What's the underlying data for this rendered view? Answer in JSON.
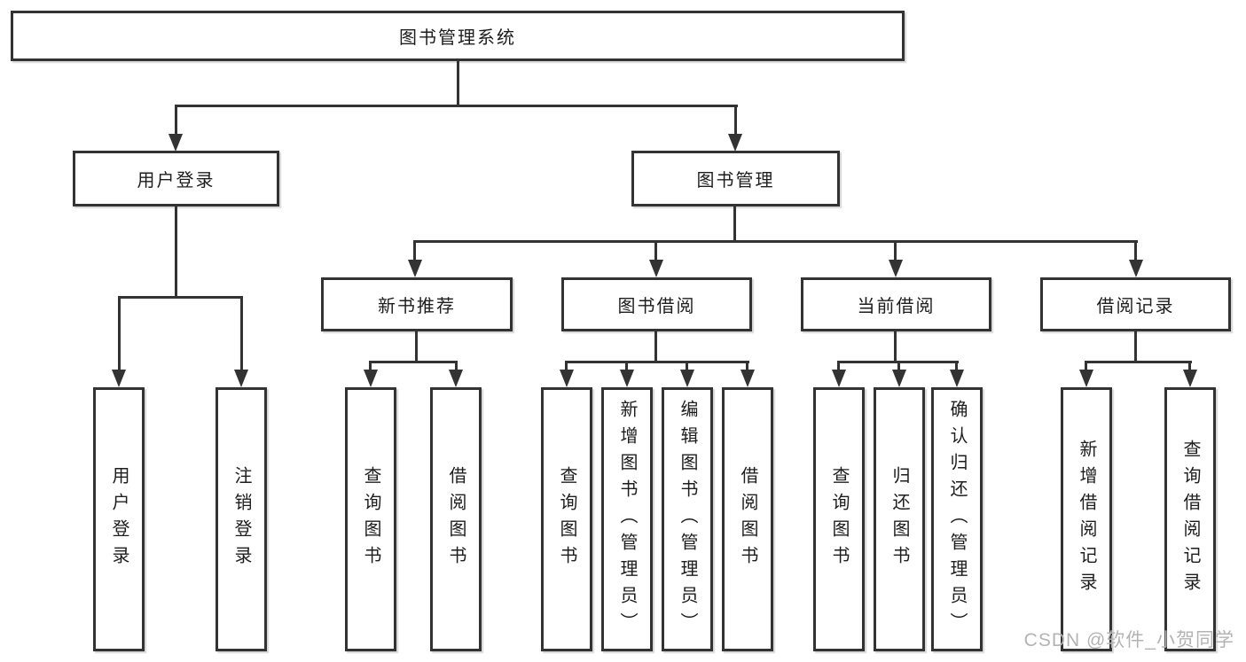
{
  "tree": {
    "root": "图书管理系统",
    "children": [
      {
        "label": "用户登录",
        "children": [
          {
            "label": "用户登录"
          },
          {
            "label": "注销登录"
          }
        ]
      },
      {
        "label": "图书管理",
        "children": [
          {
            "label": "新书推荐",
            "children": [
              {
                "label": "查询图书"
              },
              {
                "label": "借阅图书"
              }
            ]
          },
          {
            "label": "图书借阅",
            "children": [
              {
                "label": "查询图书"
              },
              {
                "label": "新增图书（管理员）"
              },
              {
                "label": "编辑图书（管理员）"
              },
              {
                "label": "借阅图书"
              }
            ]
          },
          {
            "label": "当前借阅",
            "children": [
              {
                "label": "查询图书"
              },
              {
                "label": "归还图书"
              },
              {
                "label": "确认归还（管理员）"
              }
            ]
          },
          {
            "label": "借阅记录",
            "children": [
              {
                "label": "新增借阅记录"
              },
              {
                "label": "查询借阅记录"
              }
            ]
          }
        ]
      }
    ]
  },
  "watermark": {
    "text": "CSDN @软件_小贺同学"
  },
  "colors": {
    "line": "#333333",
    "text": "#1d1d1d",
    "watermark": "#b3b3b3",
    "background": "#ffffff"
  }
}
